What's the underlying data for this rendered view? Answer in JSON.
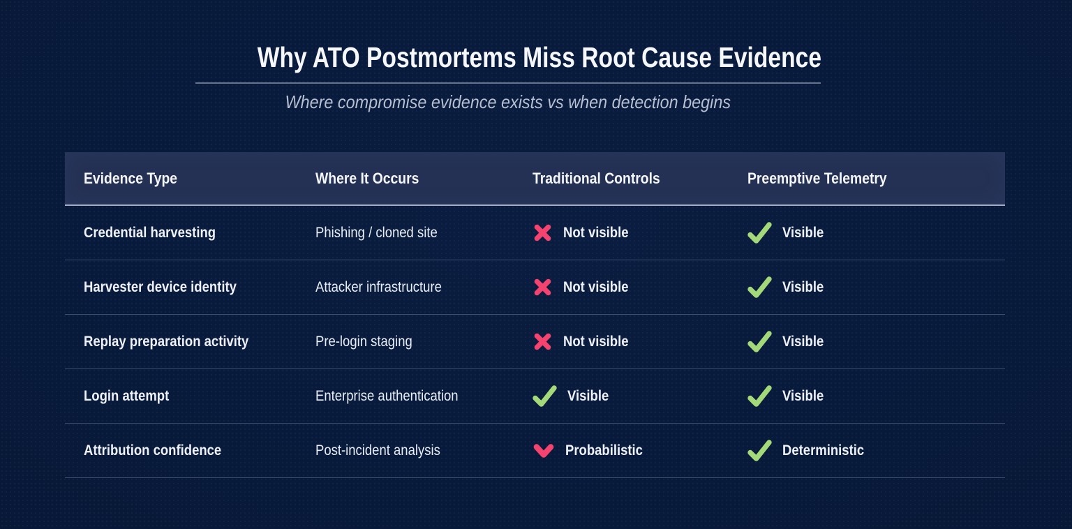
{
  "page": {
    "title": "Why ATO Postmortems Miss Root Cause Evidence",
    "subtitle": "Where compromise evidence exists vs when detection begins"
  },
  "colors": {
    "background": "#071837",
    "header_background": "#243154",
    "title_text": "#f6f7fa",
    "subtitle_text": "#b7bfd1",
    "body_text": "#eef1f7",
    "positive": "#a4d97a",
    "negative": "#f5436f"
  },
  "chart_data": {
    "type": "table",
    "title": "Why ATO Postmortems Miss Root Cause Evidence",
    "subtitle": "Where compromise evidence exists vs when detection begins",
    "columns": [
      "Evidence Type",
      "Where It Occurs",
      "Traditional Controls",
      "Preemptive Telemetry"
    ],
    "rows": [
      {
        "evidence_type": "Credential harvesting",
        "where_it_occurs": "Phishing / cloned site",
        "traditional_controls": {
          "icon": "x-mark",
          "label": "Not visible",
          "sentiment": "negative"
        },
        "preemptive_telemetry": {
          "icon": "check",
          "label": "Visible",
          "sentiment": "positive"
        }
      },
      {
        "evidence_type": "Harvester device identity",
        "where_it_occurs": "Attacker infrastructure",
        "traditional_controls": {
          "icon": "x-mark",
          "label": "Not visible",
          "sentiment": "negative"
        },
        "preemptive_telemetry": {
          "icon": "check",
          "label": "Visible",
          "sentiment": "positive"
        }
      },
      {
        "evidence_type": "Replay preparation activity",
        "where_it_occurs": "Pre-login staging",
        "traditional_controls": {
          "icon": "x-mark",
          "label": "Not visible",
          "sentiment": "negative"
        },
        "preemptive_telemetry": {
          "icon": "check",
          "label": "Visible",
          "sentiment": "positive"
        }
      },
      {
        "evidence_type": "Login attempt",
        "where_it_occurs": "Enterprise authentication",
        "traditional_controls": {
          "icon": "check",
          "label": "Visible",
          "sentiment": "positive"
        },
        "preemptive_telemetry": {
          "icon": "check",
          "label": "Visible",
          "sentiment": "positive"
        }
      },
      {
        "evidence_type": "Attribution confidence",
        "where_it_occurs": "Post-incident analysis",
        "traditional_controls": {
          "icon": "chevron-down",
          "label": "Probabilistic",
          "sentiment": "negative"
        },
        "preemptive_telemetry": {
          "icon": "check",
          "label": "Deterministic",
          "sentiment": "positive"
        }
      }
    ]
  }
}
